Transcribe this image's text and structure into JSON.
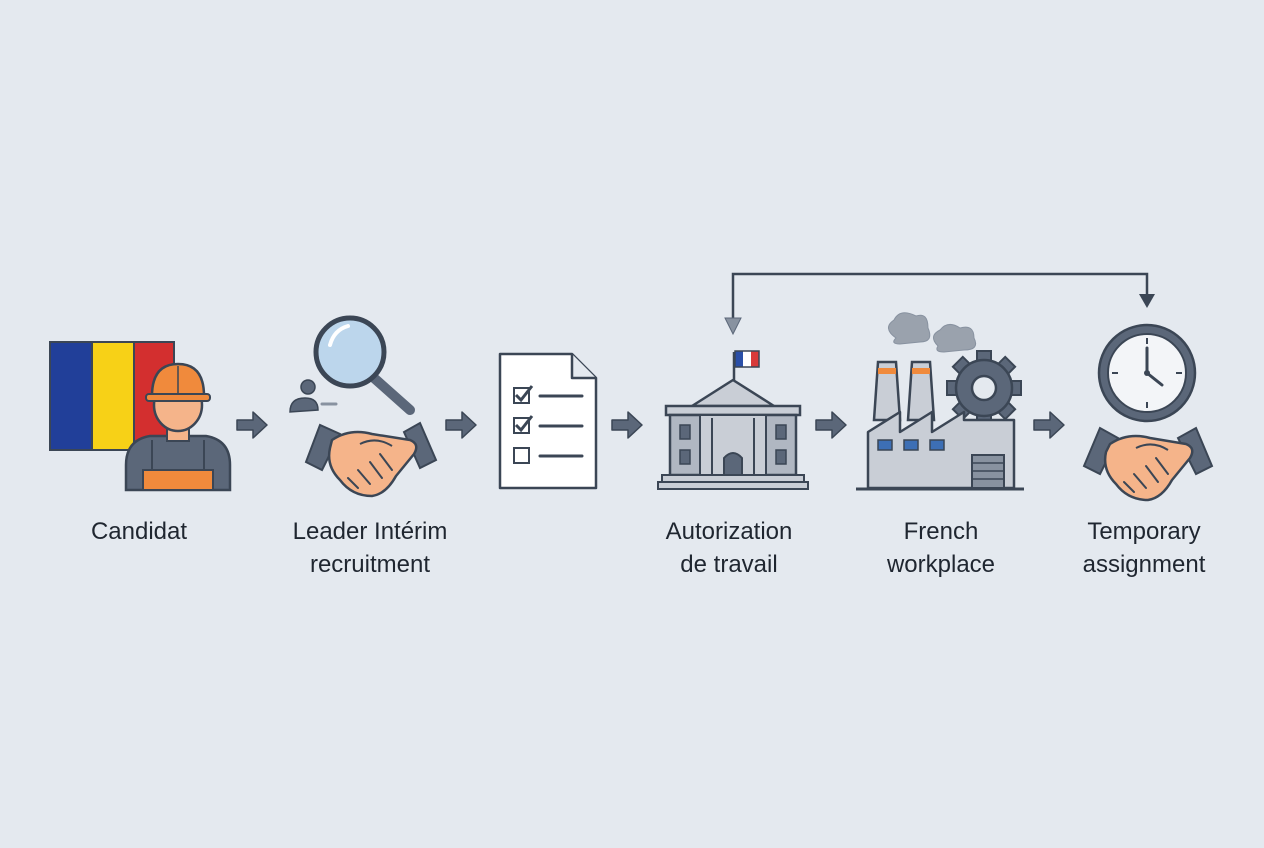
{
  "colors": {
    "background": "#e4e9ef",
    "outline": "#3b4655",
    "slate": "#5b6779",
    "steel": "#8892a0",
    "light_gray": "#c9ced6",
    "skin": "#f5b48a",
    "helmet": "#f08a3c",
    "flag_blue": "#213f99",
    "flag_yellow": "#f7d117",
    "flag_red": "#d32f2f",
    "fr_blue": "#2a4fa8",
    "fr_red": "#d83a3a"
  },
  "steps": [
    {
      "icon": "worker-with-romanian-flag-icon",
      "lines": [
        "Candidat"
      ]
    },
    {
      "icon": "recruitment-handshake-magnifier-icon",
      "lines": [
        "Leader Intérim",
        "recruitment"
      ]
    },
    {
      "icon": "checklist-document-icon",
      "lines": []
    },
    {
      "icon": "government-building-french-flag-icon",
      "lines": [
        "Autorization",
        "de travail"
      ]
    },
    {
      "icon": "factory-gear-icon",
      "lines": [
        "French",
        "workplace"
      ]
    },
    {
      "icon": "clock-handshake-icon",
      "lines": [
        "Temporary",
        "assignment"
      ]
    }
  ],
  "arrows": [
    "step1-to-step2",
    "step2-to-step3",
    "step3-to-step4",
    "step4-to-step5",
    "step5-to-step6"
  ],
  "loop_arrow": {
    "from": "government-building",
    "to": "clock-handshake"
  }
}
